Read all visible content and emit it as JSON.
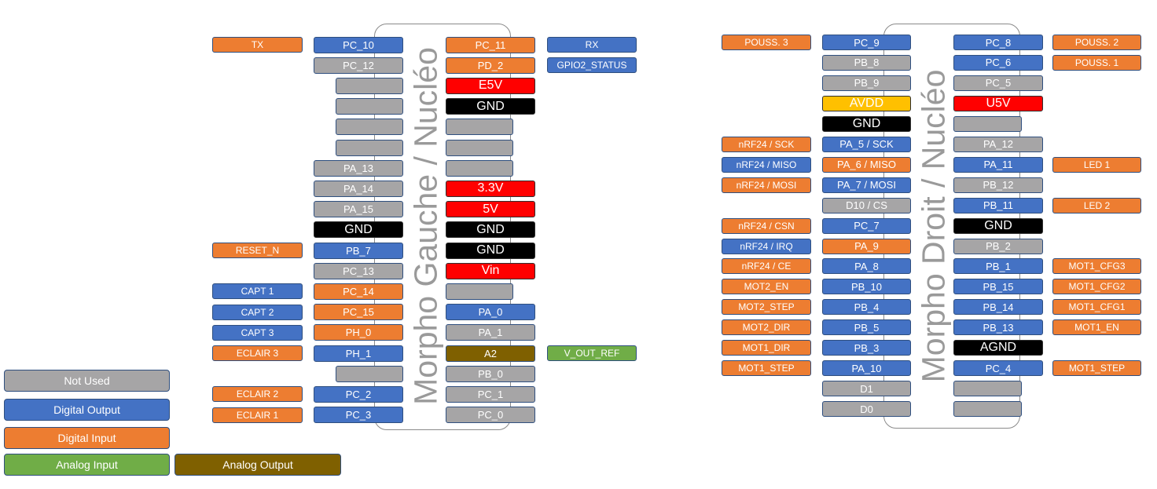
{
  "colors": {
    "gray": "#a6a5a6",
    "blue": "#4472c4",
    "orange": "#ed7d31",
    "green": "#70ad47",
    "brown": "#7f6000",
    "red": "#ff0000",
    "black": "#000000",
    "yellow": "#ffc000",
    "border": "#2f4f7f",
    "header_border": "#8a8a8a",
    "header_text": "#9a9a9a"
  },
  "legend": [
    {
      "label": "Not Used",
      "color": "gray"
    },
    {
      "label": "Digital Output",
      "color": "blue"
    },
    {
      "label": "Digital Input",
      "color": "orange"
    },
    {
      "label": "Analog Input",
      "color": "green"
    },
    {
      "label": "Analog Output",
      "color": "brown"
    }
  ],
  "connectors": [
    {
      "title": "Morpho Gauche / Nucléo",
      "rows": [
        {
          "outer_left": {
            "text": "TX",
            "color": "orange"
          },
          "left": {
            "text": "PC_10",
            "color": "blue"
          },
          "right": {
            "text": "PC_11",
            "color": "orange"
          },
          "outer_right": {
            "text": "RX",
            "color": "blue"
          }
        },
        {
          "left": {
            "text": "PC_12",
            "color": "gray"
          },
          "right": {
            "text": "PD_2",
            "color": "orange"
          },
          "outer_right": {
            "text": "GPIO2_STATUS",
            "color": "blue"
          }
        },
        {
          "left": {
            "text": "",
            "color": "gray"
          },
          "right": {
            "text": "E5V",
            "color": "red"
          }
        },
        {
          "left": {
            "text": "",
            "color": "gray"
          },
          "right": {
            "text": "GND",
            "color": "black"
          }
        },
        {
          "left": {
            "text": "",
            "color": "gray"
          },
          "right": {
            "text": "",
            "color": "gray"
          }
        },
        {
          "left": {
            "text": "",
            "color": "gray"
          },
          "right": {
            "text": "",
            "color": "gray"
          }
        },
        {
          "left": {
            "text": "PA_13",
            "color": "gray"
          },
          "right": {
            "text": "",
            "color": "gray"
          }
        },
        {
          "left": {
            "text": "PA_14",
            "color": "gray"
          },
          "right": {
            "text": "3.3V",
            "color": "red"
          }
        },
        {
          "left": {
            "text": "PA_15",
            "color": "gray"
          },
          "right": {
            "text": "5V",
            "color": "red"
          }
        },
        {
          "left": {
            "text": "GND",
            "color": "black"
          },
          "right": {
            "text": "GND",
            "color": "black"
          }
        },
        {
          "outer_left": {
            "text": "RESET_N",
            "color": "orange"
          },
          "left": {
            "text": "PB_7",
            "color": "blue"
          },
          "right": {
            "text": "GND",
            "color": "black"
          }
        },
        {
          "left": {
            "text": "PC_13",
            "color": "gray"
          },
          "right": {
            "text": "Vin",
            "color": "red"
          }
        },
        {
          "outer_left": {
            "text": "CAPT 1",
            "color": "blue"
          },
          "left": {
            "text": "PC_14",
            "color": "orange"
          },
          "right": {
            "text": "",
            "color": "gray"
          }
        },
        {
          "outer_left": {
            "text": "CAPT 2",
            "color": "blue"
          },
          "left": {
            "text": "PC_15",
            "color": "orange"
          },
          "right": {
            "text": "PA_0",
            "color": "blue"
          }
        },
        {
          "outer_left": {
            "text": "CAPT 3",
            "color": "blue"
          },
          "left": {
            "text": "PH_0",
            "color": "orange"
          },
          "right": {
            "text": "PA_1",
            "color": "gray"
          }
        },
        {
          "outer_left": {
            "text": "ECLAIR 3",
            "color": "orange"
          },
          "left": {
            "text": "PH_1",
            "color": "blue"
          },
          "right": {
            "text": "A2",
            "color": "brown"
          },
          "outer_right": {
            "text": "V_OUT_REF",
            "color": "green"
          }
        },
        {
          "left": {
            "text": "",
            "color": "gray"
          },
          "right": {
            "text": "PB_0",
            "color": "gray"
          }
        },
        {
          "outer_left": {
            "text": "ECLAIR 2",
            "color": "orange"
          },
          "left": {
            "text": "PC_2",
            "color": "blue"
          },
          "right": {
            "text": "PC_1",
            "color": "gray"
          }
        },
        {
          "outer_left": {
            "text": "ECLAIR 1",
            "color": "orange"
          },
          "left": {
            "text": "PC_3",
            "color": "blue"
          },
          "right": {
            "text": "PC_0",
            "color": "gray"
          }
        }
      ]
    },
    {
      "title": "Morpho Droit / Nucléo",
      "rows": [
        {
          "outer_left": {
            "text": "POUSS. 3",
            "color": "orange"
          },
          "left": {
            "text": "PC_9",
            "color": "blue"
          },
          "right": {
            "text": "PC_8",
            "color": "blue"
          },
          "outer_right": {
            "text": "POUSS. 2",
            "color": "orange"
          }
        },
        {
          "left": {
            "text": "PB_8",
            "color": "gray"
          },
          "right": {
            "text": "PC_6",
            "color": "blue"
          },
          "outer_right": {
            "text": "POUSS. 1",
            "color": "orange"
          }
        },
        {
          "left": {
            "text": "PB_9",
            "color": "gray"
          },
          "right": {
            "text": "PC_5",
            "color": "gray"
          }
        },
        {
          "left": {
            "text": "AVDD",
            "color": "yellow"
          },
          "right": {
            "text": "U5V",
            "color": "red"
          }
        },
        {
          "left": {
            "text": "GND",
            "color": "black"
          },
          "right": {
            "text": "",
            "color": "gray"
          }
        },
        {
          "outer_left": {
            "text": "nRF24 / SCK",
            "color": "orange"
          },
          "left": {
            "text": "PA_5 / SCK",
            "color": "blue"
          },
          "right": {
            "text": "PA_12",
            "color": "gray"
          }
        },
        {
          "outer_left": {
            "text": "nRF24 / MISO",
            "color": "blue"
          },
          "left": {
            "text": "PA_6 / MISO",
            "color": "orange"
          },
          "right": {
            "text": "PA_11",
            "color": "blue"
          },
          "outer_right": {
            "text": "LED 1",
            "color": "orange"
          }
        },
        {
          "outer_left": {
            "text": "nRF24 / MOSI",
            "color": "orange"
          },
          "left": {
            "text": "PA_7 / MOSI",
            "color": "blue"
          },
          "right": {
            "text": "PB_12",
            "color": "gray"
          }
        },
        {
          "left": {
            "text": "D10 / CS",
            "color": "gray"
          },
          "right": {
            "text": "PB_11",
            "color": "blue"
          },
          "outer_right": {
            "text": "LED 2",
            "color": "orange"
          }
        },
        {
          "outer_left": {
            "text": "nRF24 / CSN",
            "color": "orange"
          },
          "left": {
            "text": "PC_7",
            "color": "blue"
          },
          "right": {
            "text": "GND",
            "color": "black"
          }
        },
        {
          "outer_left": {
            "text": "nRF24 / IRQ",
            "color": "blue"
          },
          "left": {
            "text": "PA_9",
            "color": "orange"
          },
          "right": {
            "text": "PB_2",
            "color": "gray"
          }
        },
        {
          "outer_left": {
            "text": "nRF24 / CE",
            "color": "orange"
          },
          "left": {
            "text": "PA_8",
            "color": "blue"
          },
          "right": {
            "text": "PB_1",
            "color": "blue"
          },
          "outer_right": {
            "text": "MOT1_CFG3",
            "color": "orange"
          }
        },
        {
          "outer_left": {
            "text": "MOT2_EN",
            "color": "orange"
          },
          "left": {
            "text": "PB_10",
            "color": "blue"
          },
          "right": {
            "text": "PB_15",
            "color": "blue"
          },
          "outer_right": {
            "text": "MOT1_CFG2",
            "color": "orange"
          }
        },
        {
          "outer_left": {
            "text": "MOT2_STEP",
            "color": "orange"
          },
          "left": {
            "text": "PB_4",
            "color": "blue"
          },
          "right": {
            "text": "PB_14",
            "color": "blue"
          },
          "outer_right": {
            "text": "MOT1_CFG1",
            "color": "orange"
          }
        },
        {
          "outer_left": {
            "text": "MOT2_DIR",
            "color": "orange"
          },
          "left": {
            "text": "PB_5",
            "color": "blue"
          },
          "right": {
            "text": "PB_13",
            "color": "blue"
          },
          "outer_right": {
            "text": "MOT1_EN",
            "color": "orange"
          }
        },
        {
          "outer_left": {
            "text": "MOT1_DIR",
            "color": "orange"
          },
          "left": {
            "text": "PB_3",
            "color": "blue"
          },
          "right": {
            "text": "AGND",
            "color": "black"
          }
        },
        {
          "outer_left": {
            "text": "MOT1_STEP",
            "color": "orange"
          },
          "left": {
            "text": "PA_10",
            "color": "blue"
          },
          "right": {
            "text": "PC_4",
            "color": "blue"
          },
          "outer_right": {
            "text": "MOT1_STEP",
            "color": "orange"
          }
        },
        {
          "left": {
            "text": "D1",
            "color": "gray"
          },
          "right": {
            "text": "",
            "color": "gray"
          }
        },
        {
          "left": {
            "text": "D0",
            "color": "gray"
          },
          "right": {
            "text": "",
            "color": "gray"
          }
        }
      ]
    }
  ]
}
